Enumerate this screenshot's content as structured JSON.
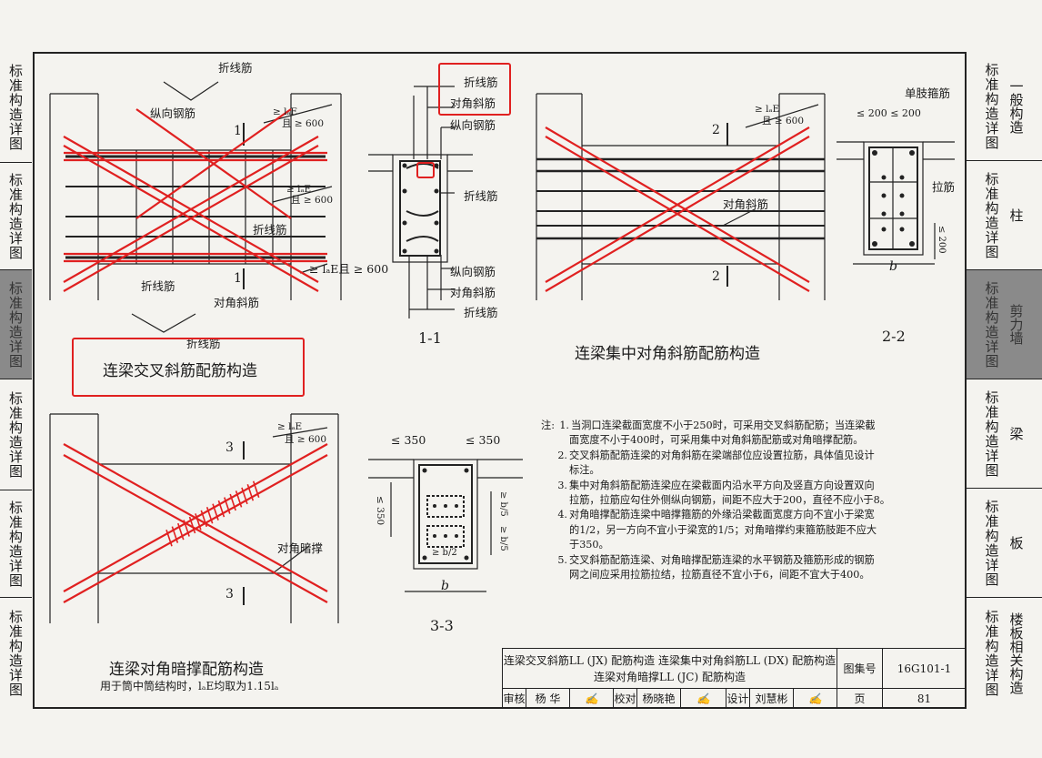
{
  "left_tabs": [
    {
      "text": "标准构造详图"
    },
    {
      "text": "标准构造详图"
    },
    {
      "text": "标准构造详图"
    },
    {
      "text": "标准构造详图"
    },
    {
      "text": "标准构造详图"
    },
    {
      "text": "标准构造详图"
    }
  ],
  "right_tabs": [
    {
      "std": "标准构造详图",
      "cat": "一般构造"
    },
    {
      "std": "标准构造详图",
      "cat": "柱"
    },
    {
      "std": "标准构造详图",
      "cat": "剪力墙"
    },
    {
      "std": "标准构造详图",
      "cat": "梁"
    },
    {
      "std": "标准构造详图",
      "cat": "板"
    },
    {
      "std": "标准构造详图",
      "cat": "楼板相关构造"
    }
  ],
  "drawings": {
    "jx": {
      "title": "连梁交叉斜筋配筋构造",
      "labels": {
        "zhexian_top": "折线筋",
        "zongxiang": "纵向钢筋",
        "anchor_a": "≥ lₐE",
        "anchor_b": "且 ≥ 600",
        "anchor_c": "≥ lₐE",
        "anchor_d": "且 ≥ 600",
        "anchor_e": "≥ lₐE且 ≥ 600",
        "zhexian_mid": "折线筋",
        "zhexian_low": "折线筋",
        "duijiao": "对角斜筋",
        "zhexian_bottom": "折线筋",
        "sec1": "1",
        "sec1b": "1"
      }
    },
    "s11": {
      "title": "1-1",
      "labels": {
        "zhexian1": "折线筋",
        "duijiao1": "对角斜筋",
        "zongxiang1": "纵向钢筋",
        "zhexian2": "折线筋",
        "zongxiang2": "纵向钢筋",
        "duijiao2": "对角斜筋",
        "zhexian3": "折线筋"
      }
    },
    "dx": {
      "title": "连梁集中对角斜筋配筋构造",
      "labels": {
        "anchor_a": "≥ lₐE",
        "anchor_b": "且 ≥ 600",
        "duijiao": "对角斜筋",
        "sec2": "2",
        "sec2b": "2"
      }
    },
    "s22": {
      "title": "2-2",
      "labels": {
        "danzhi": "单肢箍筋",
        "spacing": "≤ 200 ≤ 200",
        "lajin": "拉筋",
        "v200": "≤ 200",
        "b": "b"
      }
    },
    "jc": {
      "title": "连梁对角暗撑配筋构造",
      "subtitle": "用于筒中筒结构时，lₐE均取为1.15lₐ",
      "labels": {
        "anchor_a": "≥ lₐE",
        "anchor_b": "且 ≥ 600",
        "duijiao_anchen": "对角暗撑",
        "sec3": "3",
        "sec3b": "3"
      }
    },
    "s33": {
      "title": "3-3",
      "labels": {
        "w350a": "≤ 350",
        "w350b": "≤ 350",
        "h350": "≤ 350",
        "b5a": "≥ b/5",
        "b5b": "≥ b/5",
        "b2": "≥ b/2",
        "b": "b"
      }
    }
  },
  "notes": {
    "prefix": "注:",
    "items": [
      {
        "num": "1.",
        "lines": [
          "当洞口连梁截面宽度不小于250时，可采用交叉斜筋配筋；当连梁截",
          "面宽度不小于400时，可采用集中对角斜筋配筋或对角暗撑配筋。"
        ]
      },
      {
        "num": "2.",
        "lines": [
          "交叉斜筋配筋连梁的对角斜筋在梁端部位应设置拉筋，具体值见设计",
          "标注。"
        ]
      },
      {
        "num": "3.",
        "lines": [
          "集中对角斜筋配筋连梁应在梁截面内沿水平方向及竖直方向设置双向",
          "拉筋，拉筋应勾住外侧纵向钢筋，间距不应大于200，直径不应小于8。"
        ]
      },
      {
        "num": "4.",
        "lines": [
          "对角暗撑配筋连梁中暗撑箍筋的外缘沿梁截面宽度方向不宜小于梁宽",
          "的1/2，另一方向不宜小于梁宽的1/5；对角暗撑约束箍筋肢距不应大",
          "于350。"
        ]
      },
      {
        "num": "5.",
        "lines": [
          "交叉斜筋配筋连梁、对角暗撑配筋连梁的水平钢筋及箍筋形成的钢筋",
          "网之间应采用拉筋拉结，拉筋直径不宜小于6，间距不宜大于400。"
        ]
      }
    ]
  },
  "titleblock": {
    "name_line1": "连梁交叉斜筋LL (JX) 配筋构造   连梁集中对角斜筋LL (DX) 配筋构造",
    "name_line2": "连梁对角暗撑LL (JC) 配筋构造",
    "atlas_label": "图集号",
    "atlas_no": "16G101-1",
    "page_label": "页",
    "page_no": "81",
    "review_label": "审核",
    "review_name": "杨  华",
    "check_label": "校对",
    "check_name": "杨晓艳",
    "design_label": "设计",
    "design_name": "刘慧彬"
  },
  "colors": {
    "highlight": "#e02020",
    "ink": "#1a1a1a",
    "paper": "#f4f3ef",
    "active_tab": "#8a8a8a"
  }
}
